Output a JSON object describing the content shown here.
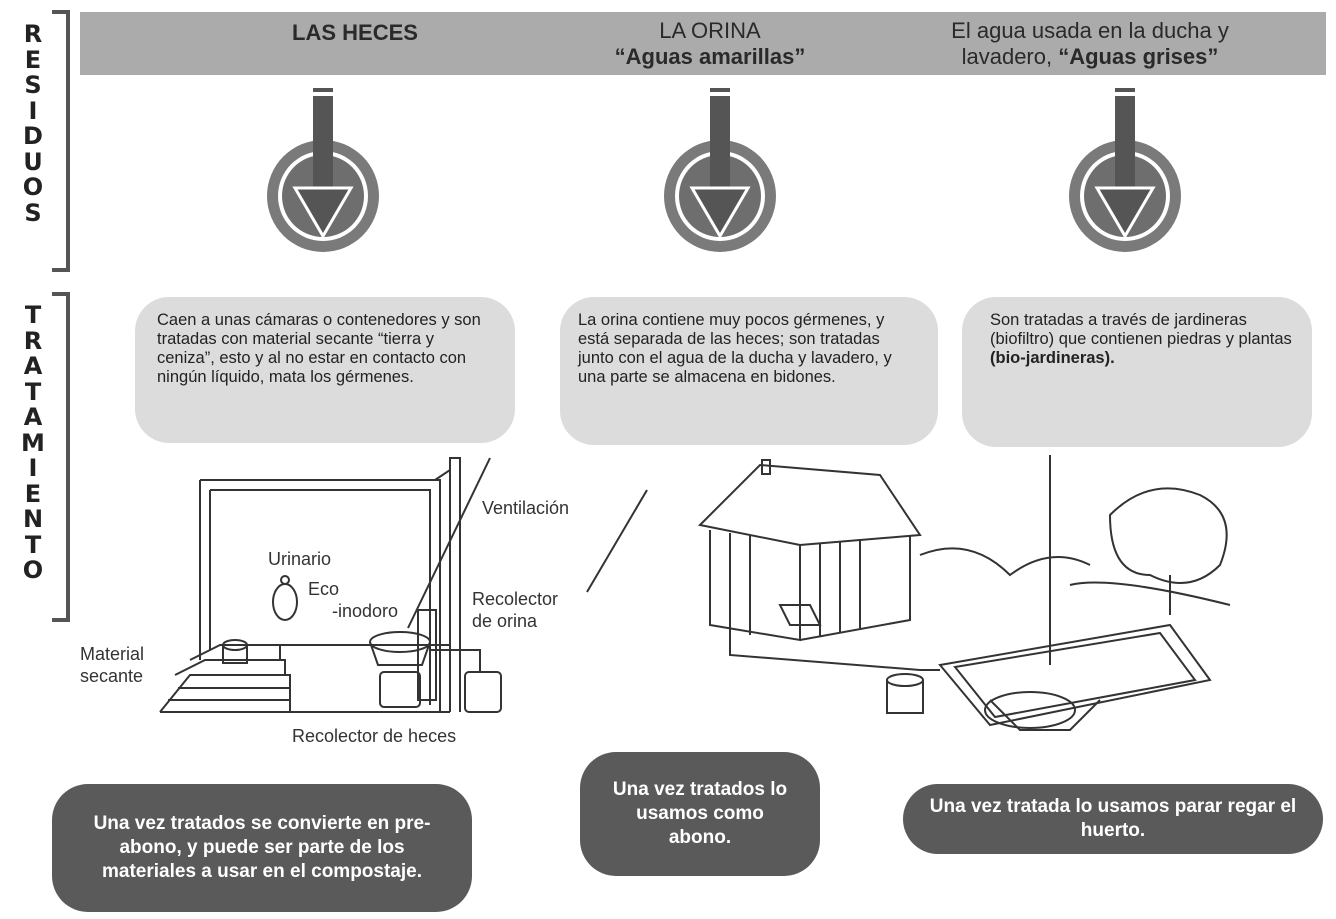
{
  "side": {
    "residuos": [
      "R",
      "E",
      "S",
      "I",
      "D",
      "U",
      "O",
      "S"
    ],
    "tratamiento": [
      "T",
      "R",
      "A",
      "T",
      "A",
      "M",
      "I",
      "E",
      "N",
      "T",
      "O"
    ]
  },
  "header": {
    "col1": "LAS HECES",
    "col2_line1": "LA ORINA",
    "col2_line2": "“Aguas amarillas”",
    "col3_line1": "El agua usada en la ducha y",
    "col3_line2_pre": "lavadero, ",
    "col3_line2_bold": "“Aguas grises”"
  },
  "treatment": {
    "col1": "Caen a unas cámaras o contenedores y son tratadas con material secante “tierra y ceniza”, esto y al no estar en contacto con ningún líquido, mata los gérmenes.",
    "col2": "La orina contiene muy pocos gérmenes, y está separada de las heces; son tratadas junto con el agua de la ducha y lavadero, y una parte se almacena en bidones.",
    "col3_pre": "Son tratadas a través de jardineras (biofiltro) que contienen piedras y plantas ",
    "col3_bold": "(bio-jardineras)."
  },
  "labels": {
    "ventilacion": "Ventilación",
    "urinario": "Urinario",
    "eco": "Eco",
    "inodoro": "-inodoro",
    "recolector_orina_1": "Recolector",
    "recolector_orina_2": "de orina",
    "material_1": "Material",
    "material_2": "secante",
    "recolector_heces": "Recolector de heces"
  },
  "results": {
    "col1": "Una vez tratados se convierte en pre-abono, y puede ser parte de los materiales a usar en el compostaje.",
    "col2": "Una vez tratados lo usamos como abono.",
    "col3": "Una vez tratada lo usamos parar regar el huerto."
  },
  "colors": {
    "header_bg": "#ababab",
    "bubble_bg": "#dcdcdc",
    "result_bg": "#5a5a5a",
    "arrow_circle": "#7a7a7a",
    "arrow_dark": "#555555"
  }
}
